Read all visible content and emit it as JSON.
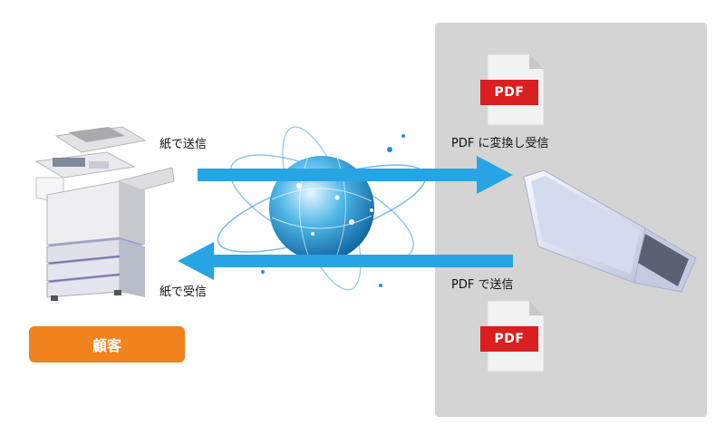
{
  "labels": {
    "send_paper": "紙で送信",
    "receive_paper": "紙で受信",
    "convert_receive_pdf": "PDF に変換し受信",
    "send_pdf": "PDF で送信",
    "customer": "顧客"
  },
  "docs": [
    {
      "tag": "PDF"
    },
    {
      "tag": "PDF"
    }
  ],
  "colors": {
    "arrow": "#27a4e4",
    "badge": "#f0831e",
    "pdf_tag": "#d91f1f",
    "panel": "#d4d4d4"
  },
  "icons": [
    "copier-icon",
    "globe-icon",
    "laptop-icon",
    "pdf-document-icon"
  ]
}
